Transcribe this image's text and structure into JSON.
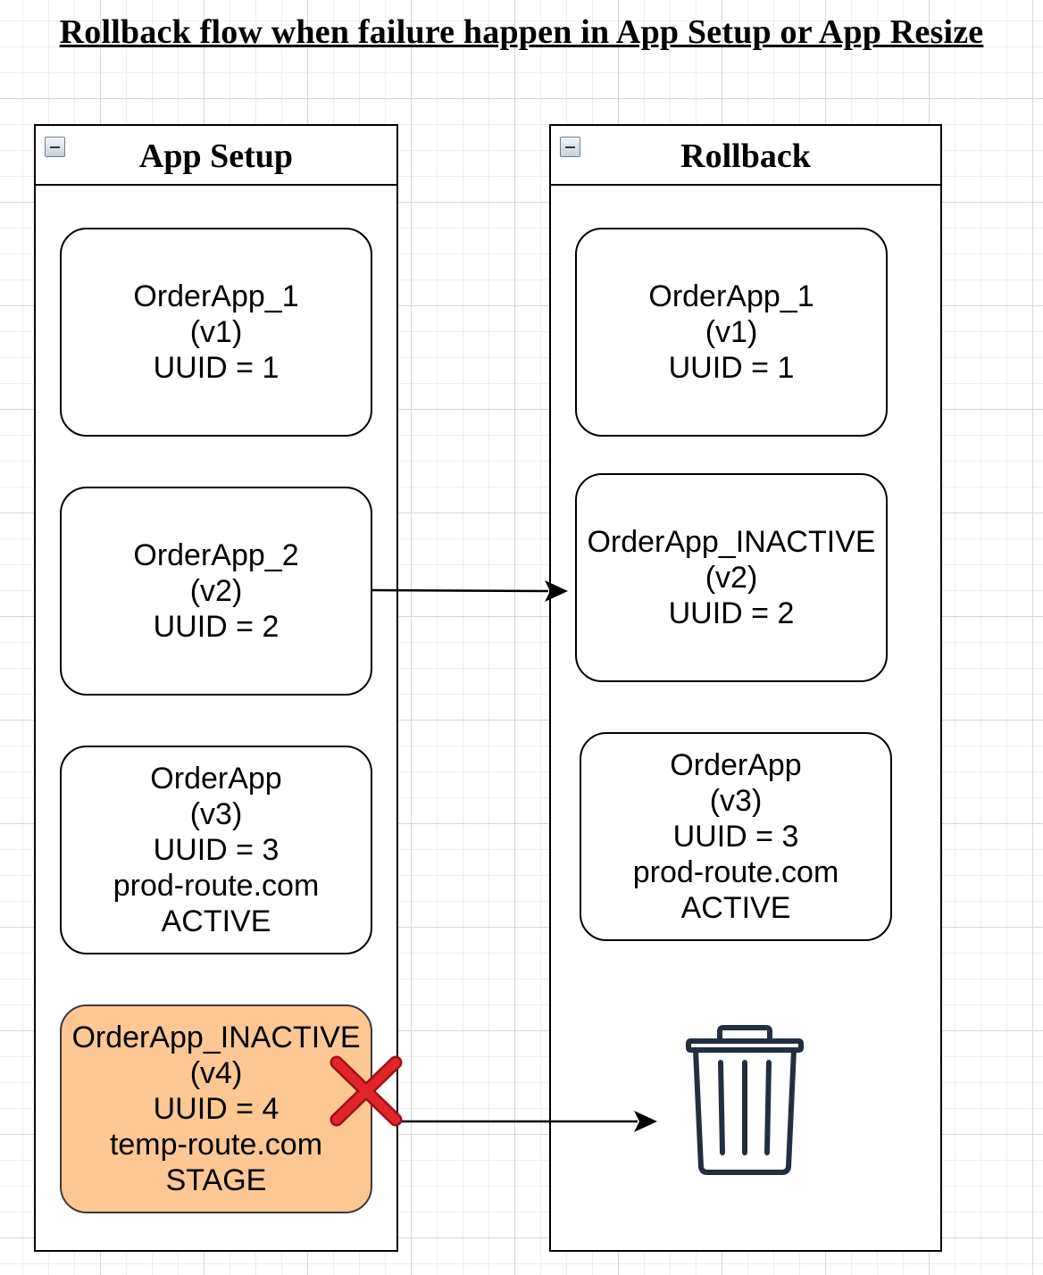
{
  "title": "Rollback flow when failure happen in App Setup or App Resize",
  "lanes": [
    {
      "title": "App Setup",
      "nodes": [
        {
          "lines": [
            "OrderApp_1",
            "(v1)",
            "UUID = 1"
          ]
        },
        {
          "lines": [
            "OrderApp_2",
            "(v2)",
            "UUID = 2"
          ]
        },
        {
          "lines": [
            "OrderApp",
            "(v3)",
            "UUID = 3",
            "prod-route.com",
            "ACTIVE"
          ]
        },
        {
          "lines": [
            "OrderApp_INACTIVE",
            "(v4)",
            "UUID = 4",
            "temp-route.com",
            "STAGE"
          ],
          "fill": "#fdc794"
        }
      ]
    },
    {
      "title": "Rollback",
      "nodes": [
        {
          "lines": [
            "OrderApp_1",
            "(v1)",
            "UUID = 1"
          ]
        },
        {
          "lines": [
            "OrderApp_INACTIVE",
            "(v2)",
            "UUID = 2"
          ]
        },
        {
          "lines": [
            "OrderApp",
            "(v3)",
            "UUID = 3",
            "prod-route.com",
            "ACTIVE"
          ]
        }
      ]
    }
  ],
  "icons": {
    "lane_collapse": "collapse-icon",
    "failure_mark": "red-x-icon",
    "deleted": "trash-icon"
  },
  "colors": {
    "stage_fill": "#fdc794",
    "failure_mark": "#e1252b"
  }
}
